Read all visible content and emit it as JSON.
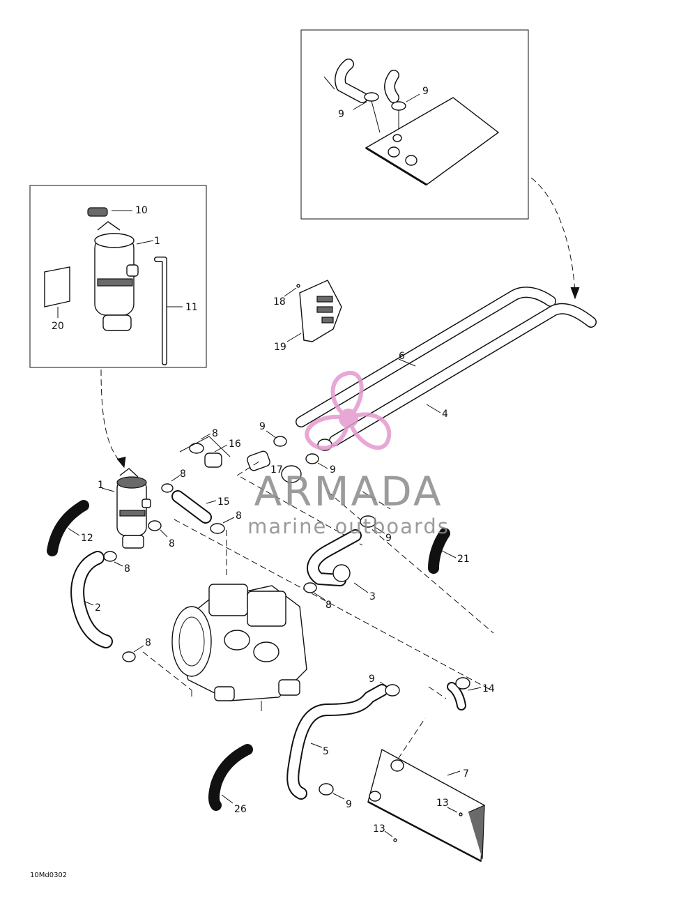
{
  "callouts": {
    "inset_bottom_9a": "9",
    "inset_bottom_9b": "9",
    "c10": "10",
    "c1_inset": "1",
    "c11": "11",
    "c20": "20",
    "c18": "18",
    "c19": "19",
    "c6": "6",
    "c4": "4",
    "c9_a": "9",
    "c8_a": "8",
    "c16": "16",
    "c17": "17",
    "c9_b": "9",
    "c1": "1",
    "c8_b": "8",
    "c15": "15",
    "c8_c": "8",
    "c12": "12",
    "c8_d": "8",
    "c8_e": "8",
    "c9_c": "9",
    "c21": "21",
    "c3": "3",
    "c8_f": "8",
    "c2": "2",
    "c8_g": "8",
    "c9_d": "9",
    "c14": "14",
    "c5": "5",
    "c7": "7",
    "c9_e": "9",
    "c13_a": "13",
    "c13_b": "13",
    "c26": "26"
  },
  "watermark": {
    "brand": "ARMADA",
    "tagline": "marine outboards",
    "color": "#e59ad0"
  },
  "drawing_code": "10Md0302"
}
